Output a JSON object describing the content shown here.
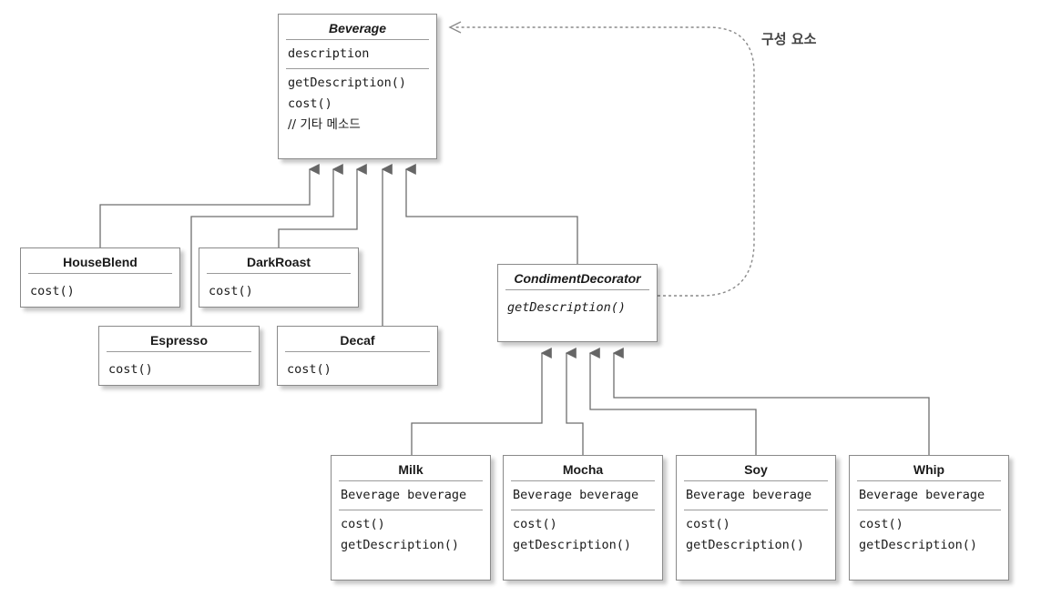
{
  "composition_label": "구성 요소",
  "beverage": {
    "name": "Beverage",
    "attribute": "description",
    "methods": [
      "getDescription()",
      "cost()",
      "// 기타 메소드"
    ]
  },
  "houseblend": {
    "name": "HouseBlend",
    "methods": [
      "cost()"
    ]
  },
  "darkroast": {
    "name": "DarkRoast",
    "methods": [
      "cost()"
    ]
  },
  "espresso": {
    "name": "Espresso",
    "methods": [
      "cost()"
    ]
  },
  "decaf": {
    "name": "Decaf",
    "methods": [
      "cost()"
    ]
  },
  "condiment_decorator": {
    "name": "CondimentDecorator",
    "methods": [
      "getDescription()"
    ]
  },
  "milk": {
    "name": "Milk",
    "attribute": "Beverage beverage",
    "methods": [
      "cost()",
      "getDescription()"
    ]
  },
  "mocha": {
    "name": "Mocha",
    "attribute": "Beverage beverage",
    "methods": [
      "cost()",
      "getDescription()"
    ]
  },
  "soy": {
    "name": "Soy",
    "attribute": "Beverage beverage",
    "methods": [
      "cost()",
      "getDescription()"
    ]
  },
  "whip": {
    "name": "Whip",
    "attribute": "Beverage beverage",
    "methods": [
      "cost()",
      "getDescription()"
    ]
  }
}
